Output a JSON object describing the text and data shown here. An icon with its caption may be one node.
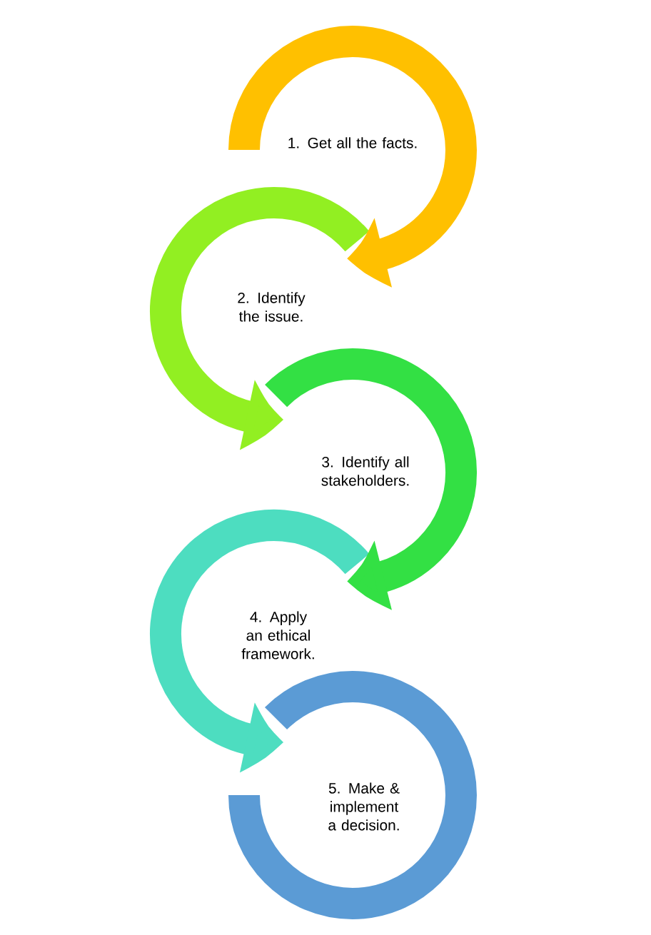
{
  "diagram": {
    "nodes": [
      {
        "text": [
          "1. Get all the facts."
        ]
      },
      {
        "text": [
          "2. Identify the issue."
        ]
      },
      {
        "text": [
          "3. Identify all stakeholders."
        ]
      },
      {
        "text": [
          "4. Apply an ethical framework."
        ]
      },
      {
        "text": [
          "5. Make & implement a decision."
        ]
      }
    ]
  }
}
